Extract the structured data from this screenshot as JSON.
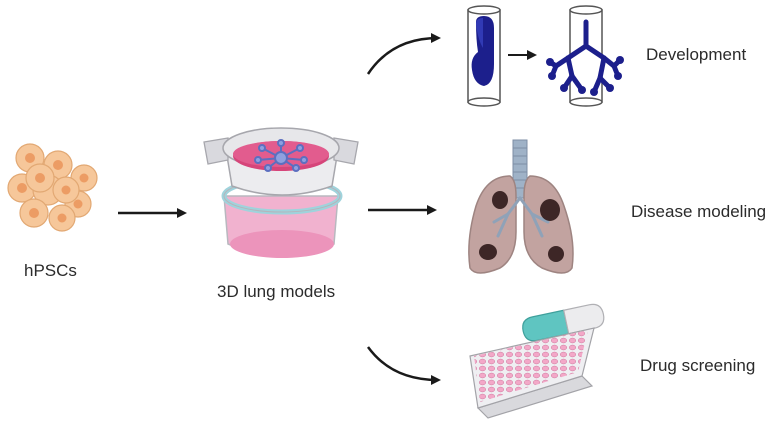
{
  "labels": {
    "source": "hPSCs",
    "model": "3D lung models",
    "applications": [
      "Development",
      "Disease modeling",
      "Drug screening"
    ]
  },
  "colors": {
    "cell_fill": "#f6c79a",
    "cell_nucleus": "#ec9c64",
    "culture_pink": "#d6457a",
    "well_pink": "#ef9bbf",
    "airway_blue": "#1c1f8c",
    "lung_tissue": "#c2a3a0",
    "lesion": "#3d2626",
    "capsule_teal": "#5fc5c1",
    "arrow": "#1a1a1a"
  },
  "icons": [
    "cell-cluster-icon",
    "transwell-insert-icon",
    "tube-bud-icon",
    "tube-branching-icon",
    "lung-icon",
    "well-plate-icon",
    "capsule-icon"
  ]
}
